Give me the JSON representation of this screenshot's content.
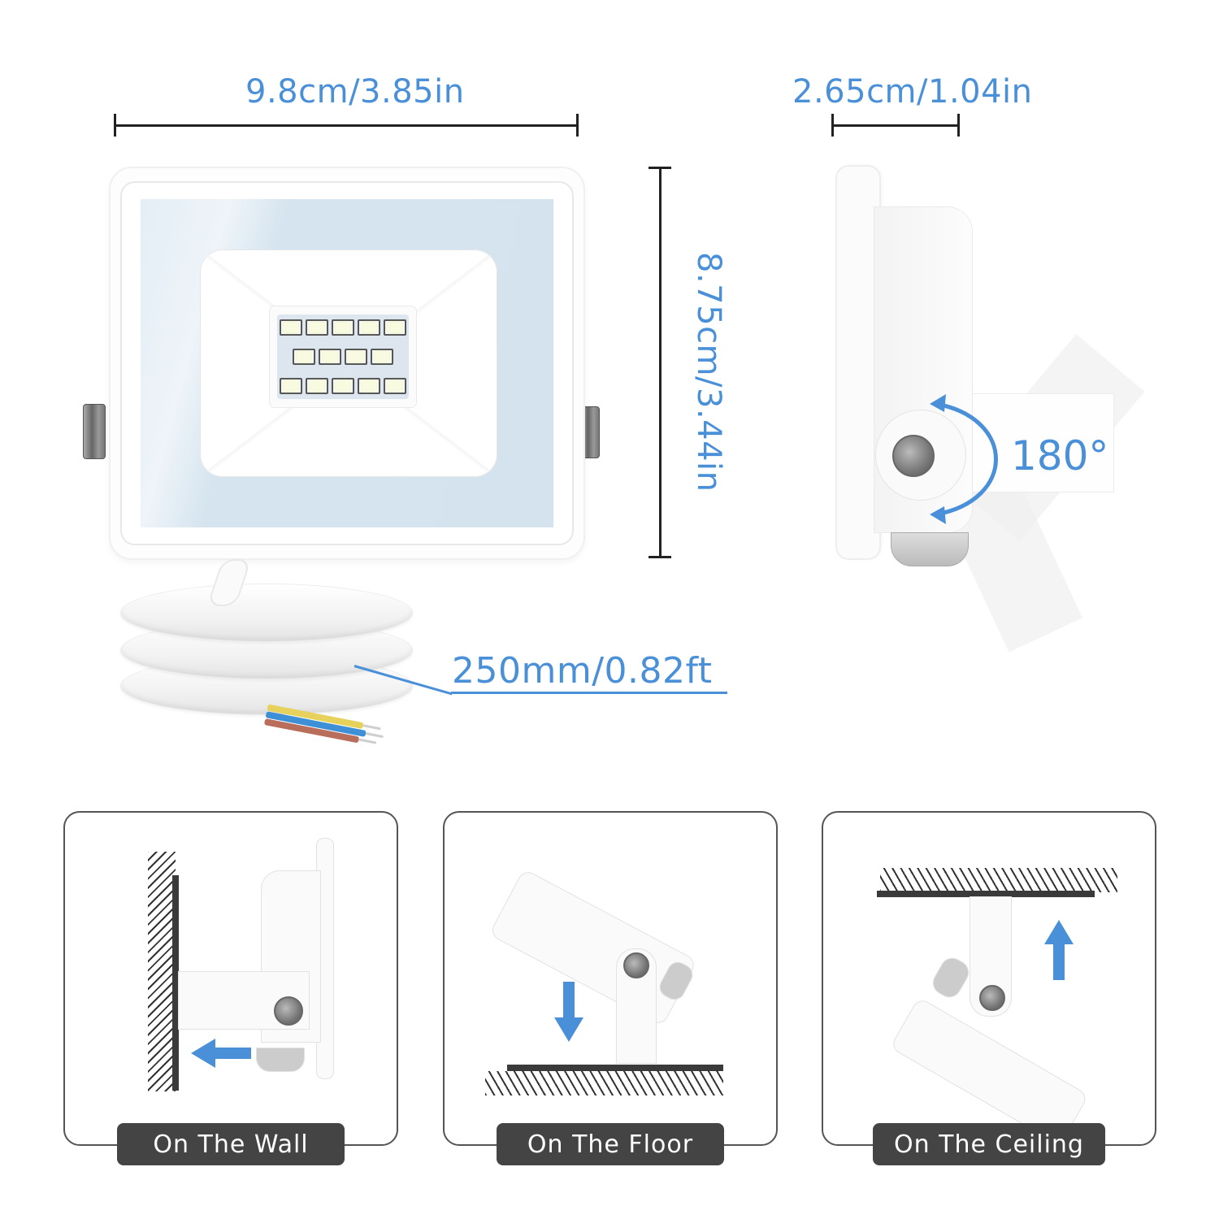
{
  "dimensions": {
    "width": "9.8cm/3.85in",
    "depth": "2.65cm/1.04in",
    "height": "8.75cm/3.44in",
    "cable_length": "250mm/0.82ft",
    "rotation_angle": "180°"
  },
  "led_layout": {
    "rows": [
      5,
      4,
      5
    ],
    "total": 14
  },
  "cable": {
    "wire_colors": [
      "#e6d25a",
      "#3d8fd6",
      "#b86e5a"
    ]
  },
  "mounting_options": [
    {
      "label": "On The Wall",
      "direction": "left"
    },
    {
      "label": "On The Floor",
      "direction": "down"
    },
    {
      "label": "On The Ceiling",
      "direction": "up"
    }
  ],
  "colors": {
    "accent": "#4a90d9",
    "badge_bg": "#444444",
    "dim_line": "#222222",
    "glass": "#d5e3ee"
  }
}
